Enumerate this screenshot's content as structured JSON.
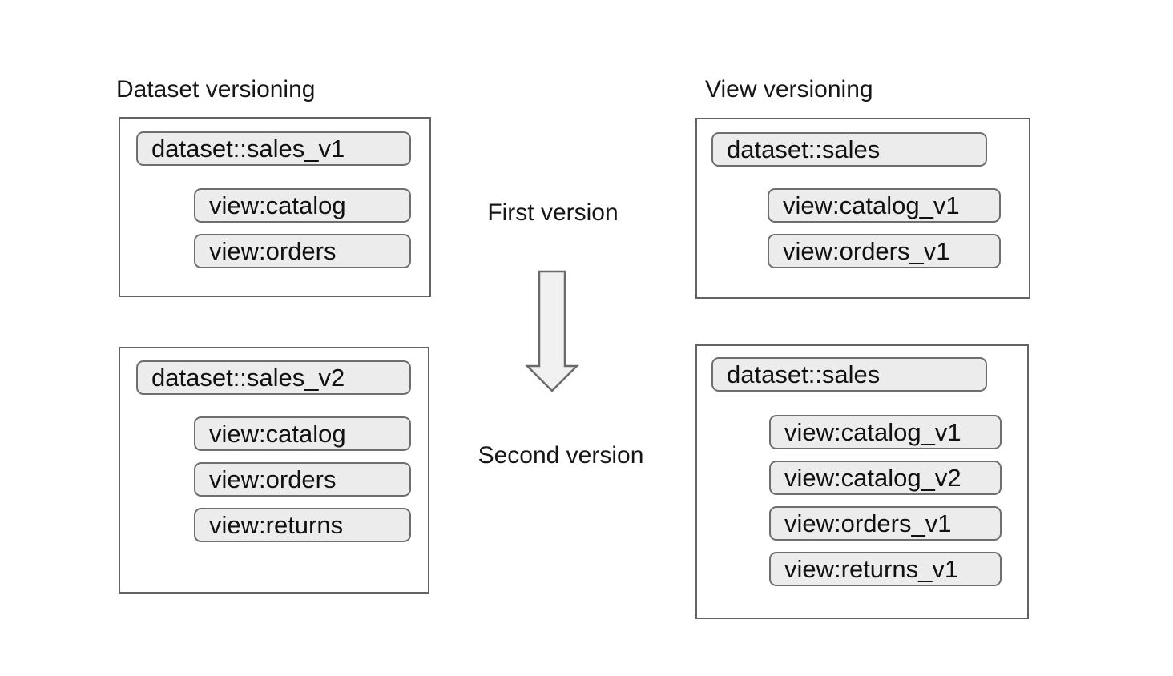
{
  "diagram": {
    "left": {
      "title": "Dataset versioning",
      "boxes": [
        {
          "dataset": "dataset::sales_v1",
          "views": [
            "view:catalog",
            "view:orders"
          ]
        },
        {
          "dataset": "dataset::sales_v2",
          "views": [
            "view:catalog",
            "view:orders",
            "view:returns"
          ]
        }
      ]
    },
    "right": {
      "title": "View versioning",
      "boxes": [
        {
          "dataset": "dataset::sales",
          "views": [
            "view:catalog_v1",
            "view:orders_v1"
          ]
        },
        {
          "dataset": "dataset::sales",
          "views": [
            "view:catalog_v1",
            "view:catalog_v2",
            "view:orders_v1",
            "view:returns_v1"
          ]
        }
      ]
    },
    "center": {
      "first_label": "First version",
      "second_label": "Second version",
      "arrow_icon": "down-arrow-icon"
    },
    "colors": {
      "background": "#ffffff",
      "pill_bg": "#ececec",
      "pill_border": "#6e6e6e",
      "box_border": "#636363",
      "arrow_fill": "#f1f1f1",
      "arrow_stroke": "#6a6a6a",
      "text": "#161616"
    }
  }
}
